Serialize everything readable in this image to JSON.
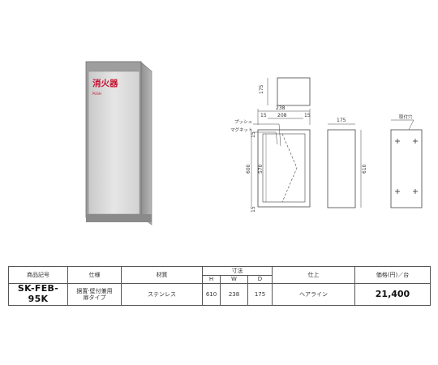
{
  "photo": {
    "label": "消火器",
    "push_text": "PUSH",
    "label_color": "#c8102e"
  },
  "drawings": {
    "top_view_depth": "175",
    "front_width_total": "238",
    "front_width_inner": "208",
    "front_margin_left": "15",
    "front_margin_right": "15",
    "front_margin_top": "15",
    "front_margin_bottom": "15",
    "front_height_total": "600",
    "front_height_inner": "570",
    "side_depth": "175",
    "side_height": "610",
    "label_push": "プッシュ",
    "label_magnet": "マグネット",
    "label_mounting_hole": "取付穴"
  },
  "table": {
    "headers": {
      "model": "商品記号",
      "spec": "仕様",
      "material": "材質",
      "dimensions": "寸法",
      "h": "H",
      "w": "W",
      "d": "D",
      "finish": "仕上",
      "price": "価格(円)／台"
    },
    "row": {
      "model": "SK-FEB-95K",
      "spec_line1": "据置·壁付兼用",
      "spec_line2": "扉タイプ",
      "material": "ステンレス",
      "h": "610",
      "w": "238",
      "d": "175",
      "finish": "ヘアライン",
      "price": "21,400"
    }
  }
}
